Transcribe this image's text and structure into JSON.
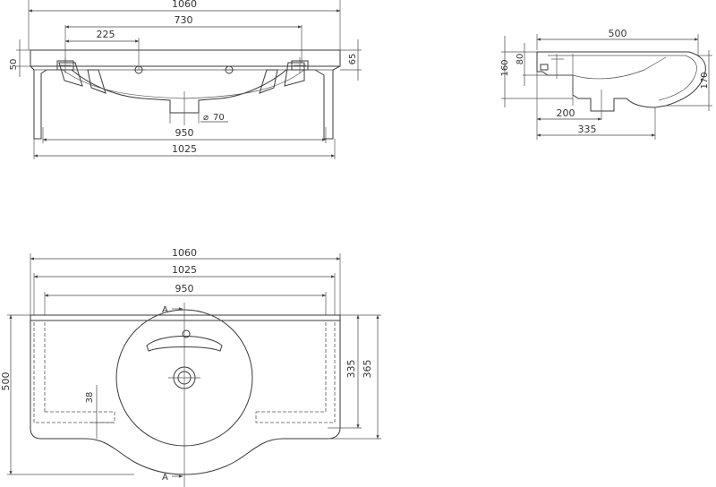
{
  "front_view": {
    "dims": {
      "overall_width": "1060",
      "tap_span": "730",
      "tap_offset": "225",
      "height_left": "50",
      "height_right": "65",
      "waste_diameter": "70",
      "bracket_span": "950",
      "body_width": "1025"
    }
  },
  "side_view": {
    "dims": {
      "depth": "500",
      "height_total": "160",
      "height_top": "80",
      "height_right": "170",
      "waste_offset": "200",
      "bowl_depth": "335"
    }
  },
  "top_view": {
    "dims": {
      "overall_width": "1060",
      "body_width": "1025",
      "bracket_span": "950",
      "overall_depth": "500",
      "bowl_depth": "335",
      "body_depth": "365",
      "edge_offset": "38"
    },
    "section_marker_top": "A",
    "section_marker_bottom": "A"
  }
}
